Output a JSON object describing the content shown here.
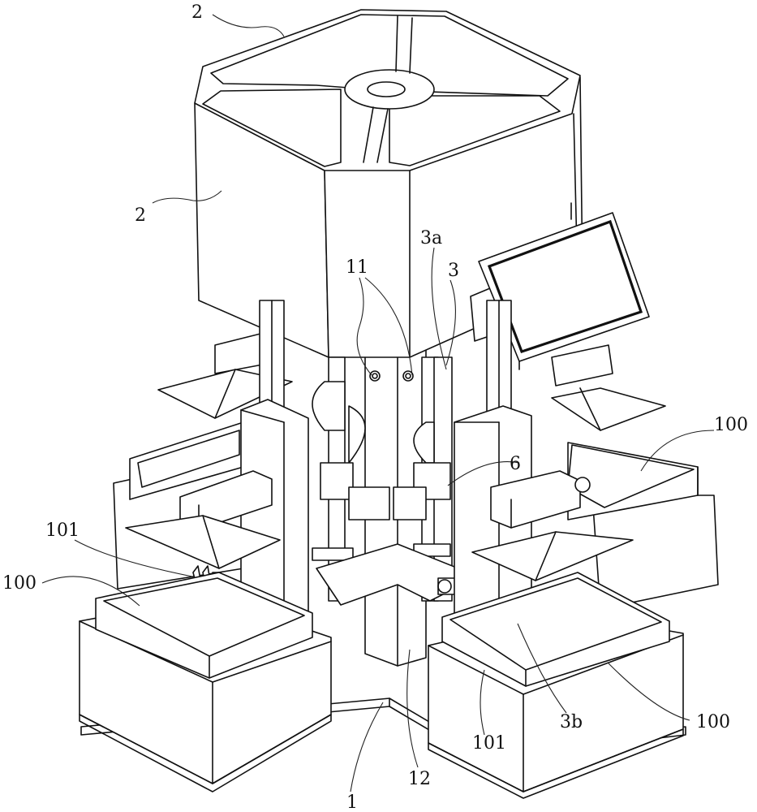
{
  "figure": {
    "type": "patent-isometric-line-drawing",
    "line_color": "#111111",
    "background": "#ffffff"
  },
  "labels": [
    {
      "id": "label-2-top",
      "text": "2"
    },
    {
      "id": "label-2-side",
      "text": "2"
    },
    {
      "id": "label-11",
      "text": "11"
    },
    {
      "id": "label-3a",
      "text": "3a"
    },
    {
      "id": "label-3",
      "text": "3"
    },
    {
      "id": "label-6",
      "text": "6"
    },
    {
      "id": "label-100-right-top",
      "text": "100"
    },
    {
      "id": "label-101-left",
      "text": "101"
    },
    {
      "id": "label-100-left",
      "text": "100"
    },
    {
      "id": "label-3b",
      "text": "3b"
    },
    {
      "id": "label-100-right-bottom",
      "text": "100"
    },
    {
      "id": "label-101-right",
      "text": "101"
    },
    {
      "id": "label-12",
      "text": "12"
    },
    {
      "id": "label-1",
      "text": "1"
    }
  ],
  "components": {
    "base_frame": "1",
    "storage_bin": "2",
    "transfer_mechanism": "3",
    "display_screen": "display",
    "work_trays": "100",
    "grippers": "101",
    "sensor_ports": "11",
    "central_column": "12",
    "slider_block": "6"
  }
}
